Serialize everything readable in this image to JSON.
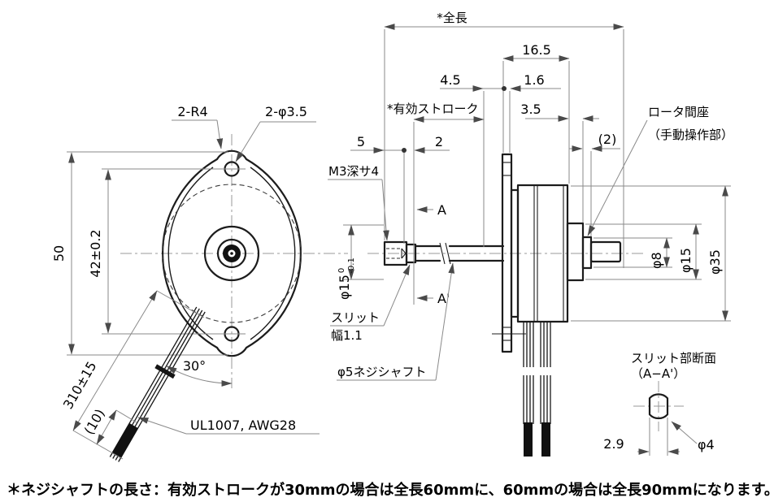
{
  "note": "＊ネジシャフトの長さ：有効ストロークが30mmの場合は全長60mmに、60mmの場合は全長90mmになります。",
  "front_view": {
    "mount_radius": "2-R4",
    "mount_holes": "2-φ3.5",
    "overall_height": "50",
    "hole_pitch": "42±0.2",
    "lead_angle": "30°",
    "lead_length": "310±15",
    "lead_strip": "(10)",
    "lead_spec": "UL1007, AWG28"
  },
  "side_view": {
    "overall_length": "*全長",
    "front_length": "16.5",
    "dim_4_5": "4.5",
    "flange_thickness": "1.6",
    "effective_stroke": "*有効ストローク",
    "dim_3_5": "3.5",
    "spacer_protrusion": "(2)",
    "tip_length": "5",
    "slit_length": "2",
    "tapped_hole": "M3深サ4",
    "rotor_spacer_1": "ロータ間座",
    "rotor_spacer_2": "（手動操作部）",
    "section_a": "A",
    "section_a2": "A'",
    "pilot_dia": "φ15",
    "pilot_tol_upper": "0",
    "pilot_tol_lower": "-0.1",
    "slit_1": "スリット",
    "slit_2": "幅1.1",
    "screw_shaft": "φ5ネジシャフト",
    "dia_8": "φ8",
    "dia_15": "φ15",
    "dia_35": "φ35"
  },
  "section_view": {
    "title_1": "スリット部断面",
    "title_2": "（A−A'）",
    "width_across": "2.9",
    "dia": "φ4"
  },
  "colors": {
    "line": "#1c1c1c",
    "dimension": "#8a8a8a",
    "text": "#000000",
    "background": "#ffffff"
  }
}
